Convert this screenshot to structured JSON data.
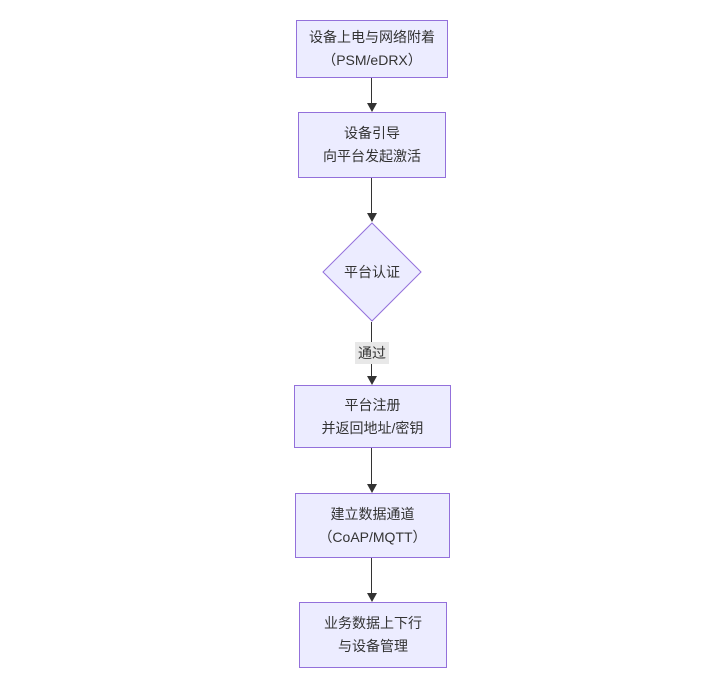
{
  "theme": {
    "canvas_bg": "#ffffff",
    "node_fill": "#ECECFF",
    "node_border": "#9370DB",
    "text_color": "#333333",
    "edge_color": "#333333",
    "edge_label_bg": "#e8e8e8"
  },
  "flowchart": {
    "nodes": [
      {
        "id": "power-attach",
        "shape": "rect",
        "lines": [
          "设备上电与网络附着",
          "（PSM/eDRX）"
        ]
      },
      {
        "id": "bootstrap",
        "shape": "rect",
        "lines": [
          "设备引导",
          "向平台发起激活"
        ]
      },
      {
        "id": "platform-auth",
        "shape": "diamond",
        "lines": [
          "平台认证"
        ]
      },
      {
        "id": "platform-register",
        "shape": "rect",
        "lines": [
          "平台注册",
          "并返回地址/密钥"
        ]
      },
      {
        "id": "data-channel",
        "shape": "rect",
        "lines": [
          "建立数据通道",
          "（CoAP/MQTT）"
        ]
      },
      {
        "id": "business-data",
        "shape": "rect",
        "lines": [
          "业务数据上下行",
          "与设备管理"
        ]
      }
    ],
    "edges": [
      {
        "from": "power-attach",
        "to": "bootstrap",
        "label": ""
      },
      {
        "from": "bootstrap",
        "to": "platform-auth",
        "label": ""
      },
      {
        "from": "platform-auth",
        "to": "platform-register",
        "label": "通过"
      },
      {
        "from": "platform-register",
        "to": "data-channel",
        "label": ""
      },
      {
        "from": "data-channel",
        "to": "business-data",
        "label": ""
      }
    ]
  }
}
